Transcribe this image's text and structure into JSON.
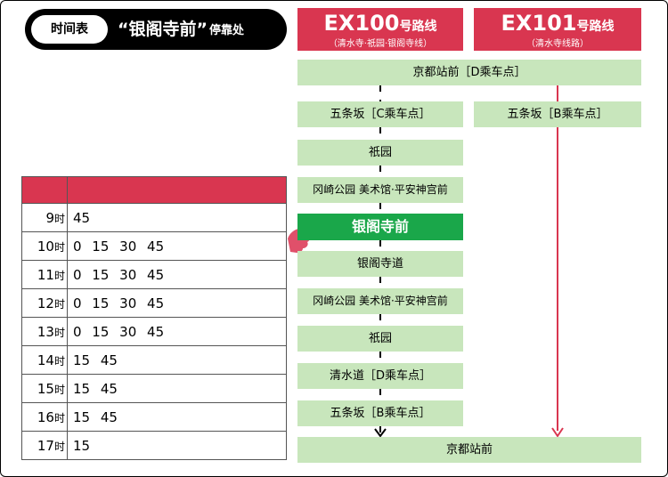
{
  "title": {
    "badge": "时间表",
    "stop_name": "“银阁寺前”",
    "stop_suffix": "停靠处"
  },
  "routes": [
    {
      "number": "EX100",
      "suffix": "号路线",
      "via": "（清水寺·祇园·银阁寺线）"
    },
    {
      "number": "EX101",
      "suffix": "号路线",
      "via": "（清水寺线路）"
    }
  ],
  "stops": {
    "top": "京都站前［D乘车点］",
    "ex100_1": "五条坂［C乘车点］",
    "ex100_2": "祇园",
    "ex100_3": "冈崎公园 美术馆·平安神宫前",
    "current": "银阁寺前",
    "ex100_5": "银阁寺道",
    "ex100_6": "冈崎公园 美术馆·平安神宫前",
    "ex100_7": "祇园",
    "ex100_8": "清水道［D乘车点］",
    "ex100_9": "五条坂［B乘车点］",
    "ex101_1": "五条坂［B乘车点］",
    "bottom": "京都站前"
  },
  "timetable": {
    "hour_suffix": "时",
    "rows": [
      {
        "hour": "9",
        "minutes": "45"
      },
      {
        "hour": "10",
        "minutes": "0 15 30 45"
      },
      {
        "hour": "11",
        "minutes": "0 15 30 45"
      },
      {
        "hour": "12",
        "minutes": "0 15 30 45"
      },
      {
        "hour": "13",
        "minutes": "0 15 30 45"
      },
      {
        "hour": "14",
        "minutes": "15 45"
      },
      {
        "hour": "15",
        "minutes": "15 45"
      },
      {
        "hour": "16",
        "minutes": "15 45"
      },
      {
        "hour": "17",
        "minutes": "15"
      }
    ]
  },
  "colors": {
    "header_red": "#d93650",
    "stop_green": "#c8e6bc",
    "current_green": "#1aa74a",
    "pointer_red": "#d93650"
  }
}
